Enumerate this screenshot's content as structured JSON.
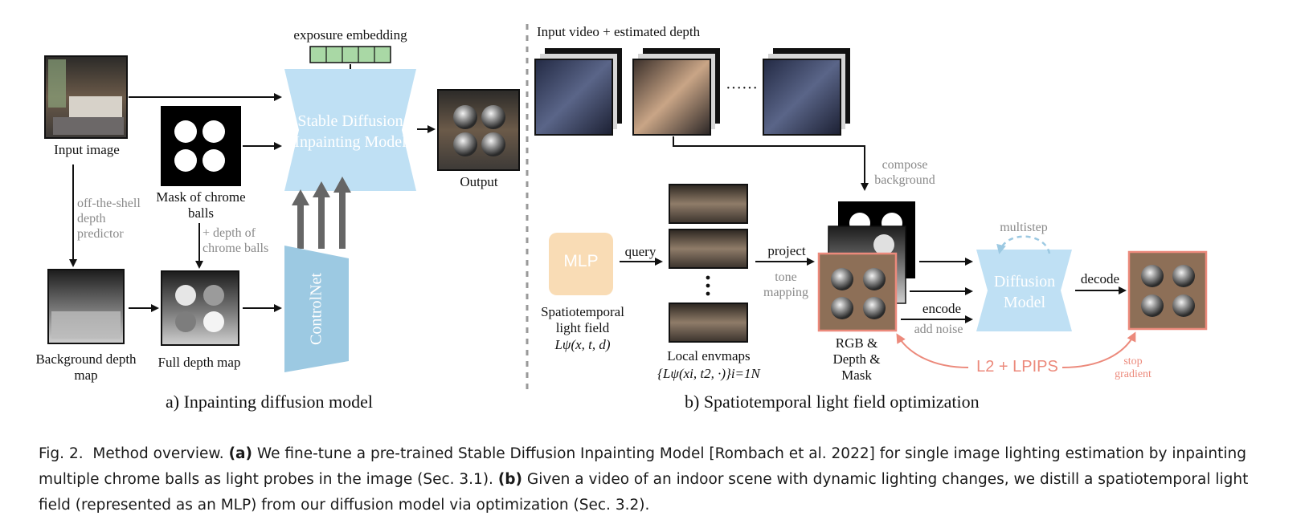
{
  "panel_a": {
    "exposure_label": "exposure embedding",
    "sd_model_label": "Stable Diffusion Inpainting Model",
    "input_image_label": "Input image",
    "mask_label": "Mask of chrome balls",
    "output_label": "Output",
    "depth_predictor_label": "off-the-shell depth predictor",
    "plus_depth_label": "+ depth of chrome balls",
    "controlnet_label": "ControlNet",
    "background_depth_label": "Background depth map",
    "full_depth_label": "Full depth map",
    "subtitle": "a) Inpainting diffusion model"
  },
  "panel_b": {
    "video_label": "Input video + estimated depth",
    "dots": "······",
    "compose_label": "compose background",
    "mlp_label": "MLP",
    "query_label": "query",
    "light_field_label": "Spatiotemporal light field",
    "light_field_math": "Lψ(x, t, d)",
    "envmap_label": "Local envmaps",
    "envmap_math": "{Lψ(xi, t2, ·)}i=1N",
    "project_label": "project",
    "tone_label": "tone mapping",
    "rgb_label": "RGB & Depth & Mask",
    "multistep_label": "multistep",
    "diffusion_label": "Diffusion Model",
    "encode_label": "encode",
    "noise_label": "add noise",
    "decode_label": "decode",
    "loss_label": "L2 + LPIPS",
    "stop_label": "stop gradient",
    "subtitle": "b) Spatiotemporal light field optimization"
  },
  "caption": {
    "fig": "Fig. 2.",
    "intro": "Method overview.",
    "a_tag": "(a)",
    "a_text": "We fine-tune a pre-trained Stable Diffusion Inpainting Model [Rombach et al. 2022] for single image lighting estimation by inpainting multiple chrome balls as light probes in the image (Sec. 3.1).",
    "b_tag": "(b)",
    "b_text": "Given a video of an indoor scene with dynamic lighting changes, we distill a spatiotemporal light field (represented as an MLP) from our diffusion model via optimization (Sec. 3.2)."
  },
  "colors": {
    "sd_blue": "#bfe0f4",
    "controlnet_blue": "#9cc9e2",
    "mlp_orange": "#f9dcb5",
    "loss_red": "#ec8a7c",
    "embed_green": "#a9d8a5"
  }
}
